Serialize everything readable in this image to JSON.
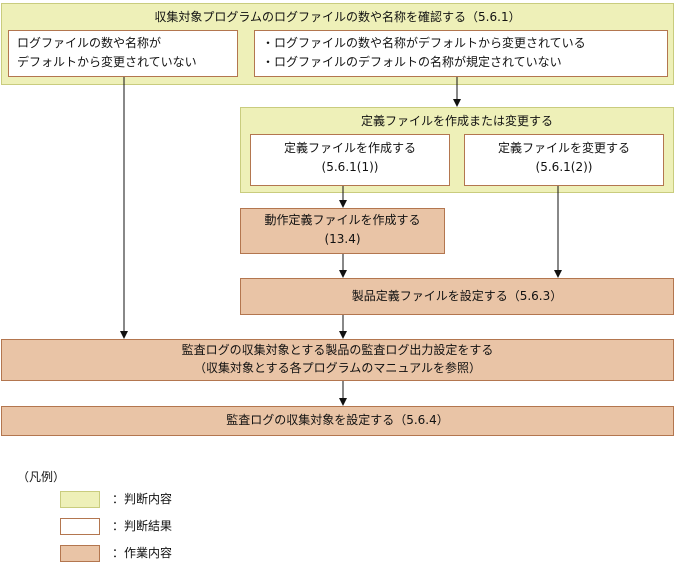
{
  "top_decision": {
    "title": "収集対象プログラムのログファイルの数や名称を確認する（5.6.1）",
    "left_result": [
      "ログファイルの数や名称が",
      "デフォルトから変更されていない"
    ],
    "right_result": [
      "・ログファイルの数や名称がデフォルトから変更されている",
      "・ログファイルのデフォルトの名称が規定されていない"
    ]
  },
  "define_decision": {
    "title": "定義ファイルを作成または変更する",
    "create_result": [
      "定義ファイルを作成する",
      "(5.6.1(1))"
    ],
    "change_result": [
      "定義ファイルを変更する",
      "(5.6.1(2))"
    ]
  },
  "works": {
    "action_def": [
      "動作定義ファイルを作成する",
      "(13.4)"
    ],
    "product_def": "製品定義ファイルを設定する（5.6.3）",
    "audit_output": [
      "監査ログの収集対象とする製品の監査ログ出力設定をする",
      "（収集対象とする各プログラムのマニュアルを参照）"
    ],
    "audit_target": "監査ログの収集対象を設定する（5.6.4）"
  },
  "legend": {
    "title": "（凡例）",
    "items": [
      {
        "label": "：判断内容",
        "color": "#eef0b8"
      },
      {
        "label": "：判断結果",
        "color": "#ffffff"
      },
      {
        "label": "：作業内容",
        "color": "#e9c4a6"
      }
    ]
  }
}
